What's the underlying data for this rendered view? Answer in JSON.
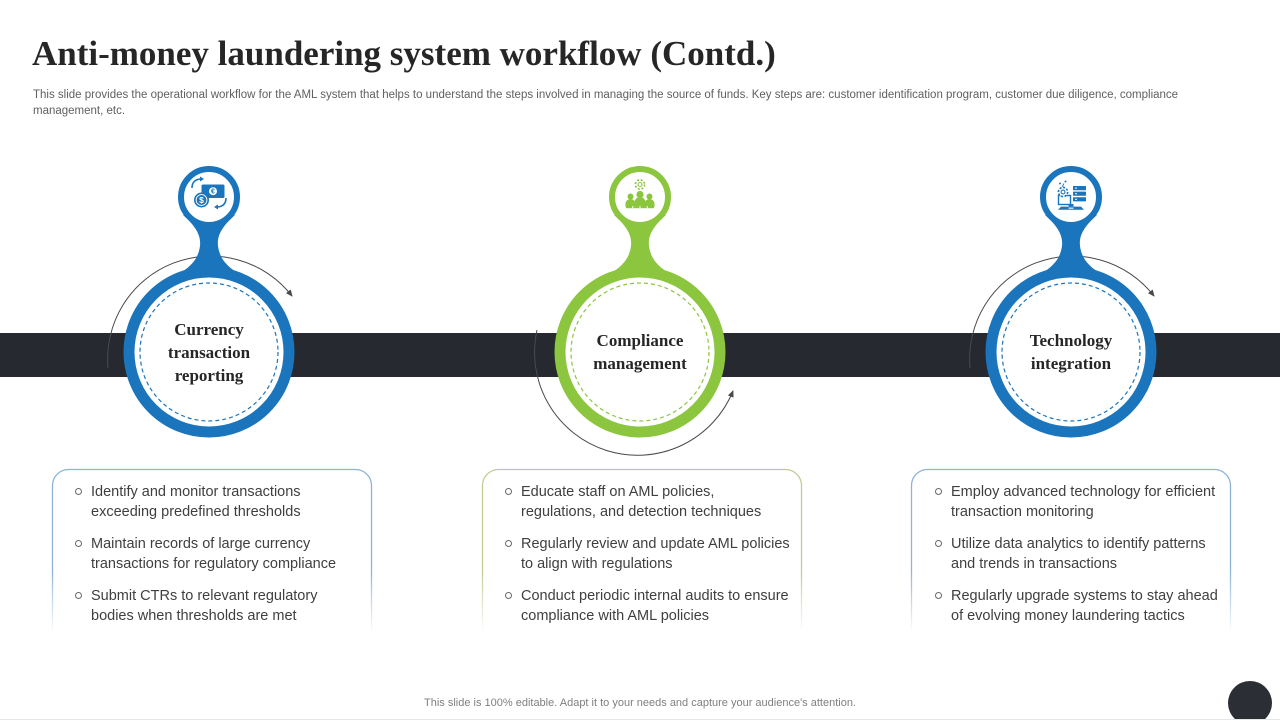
{
  "slide": {
    "title": "Anti-money laundering system workflow (Contd.)",
    "subtitle": "This slide provides the operational workflow for the AML system that helps to understand the steps involved in managing the source of funds. Key steps are: customer identification program, customer due diligence, compliance management, etc.",
    "footer": "This slide is 100% editable. Adapt it to your needs and capture your audience's attention."
  },
  "colors": {
    "blue": "#1b75bc",
    "green": "#8cc63e",
    "band": "#26292f",
    "arc": "#4a4a4a",
    "box_border_blue": "#8db3d8",
    "box_border_green": "#c0cc96",
    "text_dark": "#262626",
    "text_gray": "#606060",
    "bullet_text": "#3f3f3f",
    "footer_gray": "#7f7f7f",
    "corner": "#2b2e35"
  },
  "nodes": [
    {
      "label": "Currency transaction reporting",
      "icon": "currency-exchange-icon",
      "color": "#1b75bc",
      "bullets": [
        "Identify and monitor transactions exceeding predefined thresholds",
        "Maintain records of large currency transactions for regulatory compliance",
        "Submit CTRs to relevant regulatory bodies when thresholds are met"
      ]
    },
    {
      "label": "Compliance management",
      "icon": "compliance-team-icon",
      "color": "#8cc63e",
      "bullets": [
        "Educate staff on AML policies, regulations, and detection techniques",
        "Regularly review and update AML policies to align with regulations",
        "Conduct periodic internal audits to ensure compliance with AML policies"
      ]
    },
    {
      "label": "Technology integration",
      "icon": "technology-integration-icon",
      "color": "#1b75bc",
      "bullets": [
        "Employ advanced technology for efficient transaction monitoring",
        "Utilize data analytics to identify patterns and trends in transactions",
        "Regularly upgrade systems to stay ahead of evolving money laundering tactics"
      ]
    }
  ]
}
